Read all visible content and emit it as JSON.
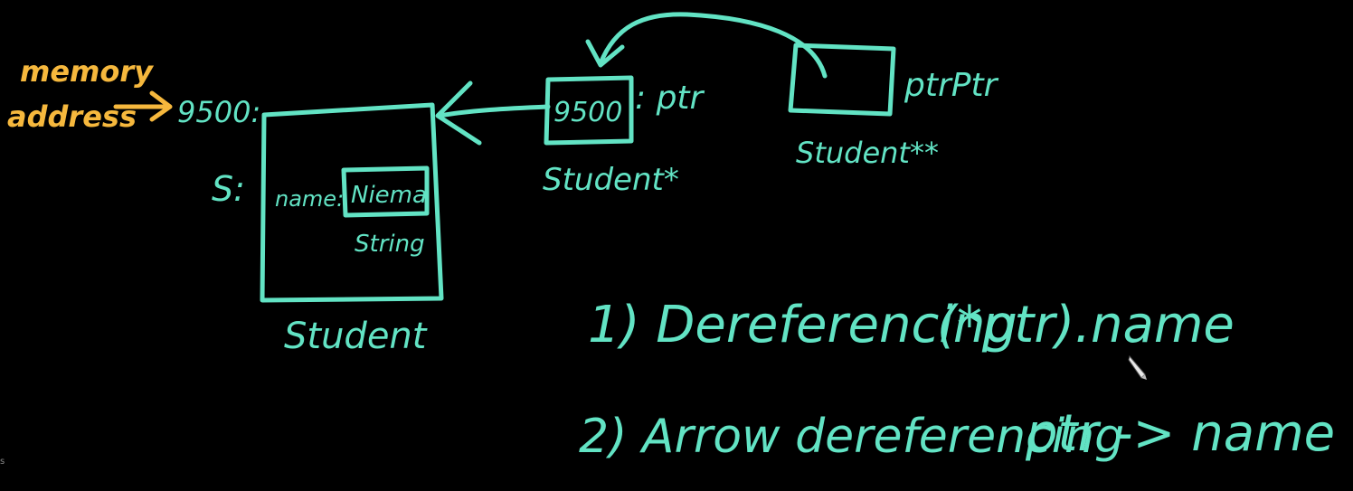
{
  "colors": {
    "ink": "#62e3c4",
    "annotation": "#f6b83d",
    "background": "#000000"
  },
  "annotation": {
    "line1": "memory",
    "line2": "address"
  },
  "student_box": {
    "address": "9500:",
    "var_name": "S:",
    "field_label": "name:",
    "field_value": "Niema",
    "field_type": "String",
    "type_label": "Student"
  },
  "ptr_box": {
    "value": "9500",
    "name": ": ptr",
    "type_label": "Student*"
  },
  "ptrptr_box": {
    "value": "",
    "name": "ptrPtr",
    "type_label": "Student**"
  },
  "methods": [
    {
      "label": "1) Dereferencing",
      "code": "(*ptr).name"
    },
    {
      "label": "2) Arrow dereferencing",
      "code": "ptr -> name"
    }
  ],
  "corner_text": "s",
  "cursor_icon": "pen-cursor-icon"
}
